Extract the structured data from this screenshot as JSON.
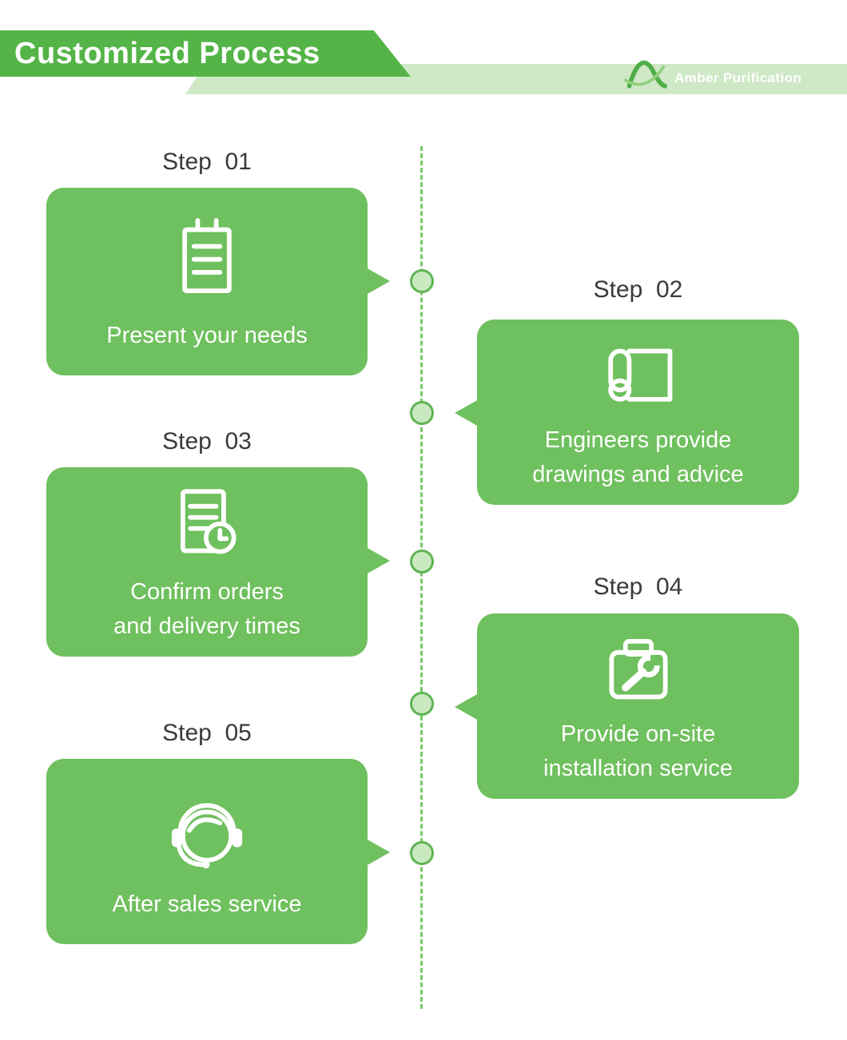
{
  "header": {
    "title": "Customized Process",
    "brand": "Amber Purification"
  },
  "steps": [
    {
      "label": "Step  01",
      "icon": "clipboard-form-icon",
      "line1": "Present your needs",
      "line2": ""
    },
    {
      "label": "Step  02",
      "icon": "blueprint-scroll-icon",
      "line1": "Engineers provide",
      "line2": "drawings and advice"
    },
    {
      "label": "Step  03",
      "icon": "order-schedule-icon",
      "line1": "Confirm orders",
      "line2": "and delivery times"
    },
    {
      "label": "Step  04",
      "icon": "toolbox-wrench-icon",
      "line1": "Provide on-site",
      "line2": "installation service"
    },
    {
      "label": "Step  05",
      "icon": "headset-support-icon",
      "line1": "After sales service",
      "line2": ""
    }
  ],
  "colors": {
    "card_green": "#6fc05e",
    "banner_green": "#54b447",
    "strip_light_green": "#cfe8c6",
    "timeline_green": "#79c768",
    "dot_fill": "#cbe9c1",
    "dot_border": "#5fb453",
    "label_text": "#3a3a3a",
    "card_text": "#ffffff"
  }
}
